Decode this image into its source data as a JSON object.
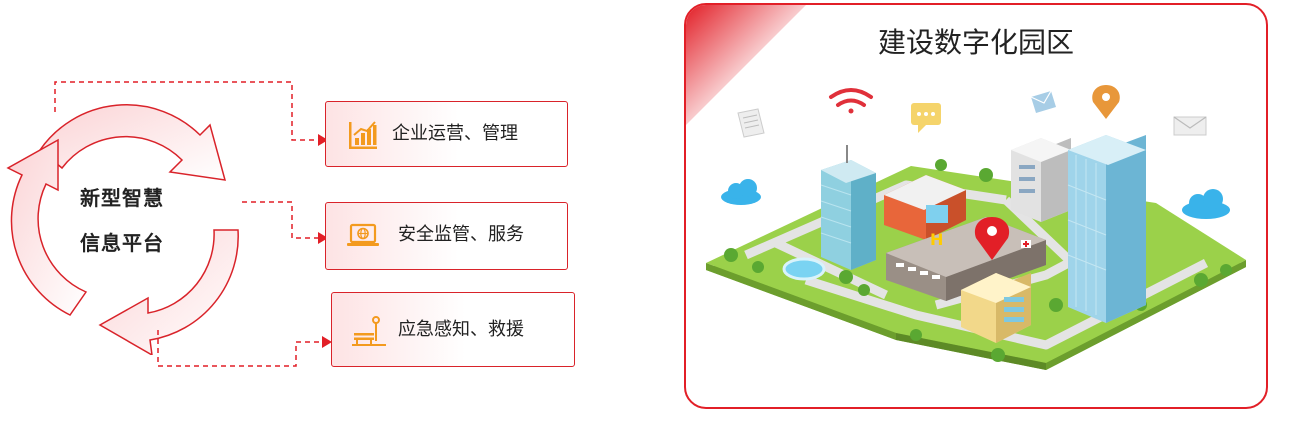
{
  "cycle": {
    "line1": "新型智慧",
    "line2": "信息平台"
  },
  "cards": [
    {
      "label": "企业运营、管理",
      "icon": "chart-icon"
    },
    {
      "label": "安全监管、服务",
      "icon": "laptop-globe-icon"
    },
    {
      "label": "应急感知、救援",
      "icon": "alarm-bench-icon"
    }
  ],
  "park": {
    "title": "建设数字化园区"
  },
  "colors": {
    "accent": "#e21f27",
    "icon_orange": "#f39a1e",
    "grass": "#8cc63f",
    "road": "#d8d8d8"
  }
}
